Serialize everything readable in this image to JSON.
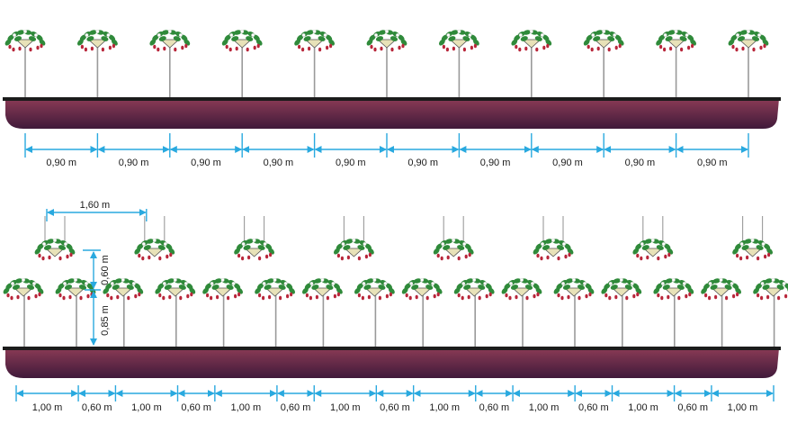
{
  "colors": {
    "dimension": "#29a9df",
    "trough_top": "#1c1c1c",
    "trough_fill_top": "#8a3a55",
    "trough_fill_bottom": "#3f1a3a",
    "post": "#9a9a9a",
    "leaf": "#2f8a3a",
    "berry": "#b8263a",
    "flower": "#ffffff",
    "basket": "#e8e2b8"
  },
  "top_section": {
    "plant_count": 11,
    "spacing_labels": [
      "0,90 m",
      "0,90 m",
      "0,90 m",
      "0,90 m",
      "0,90 m",
      "0,90 m",
      "0,90 m",
      "0,90 m",
      "0,90 m",
      "0,90 m"
    ]
  },
  "bottom_section": {
    "pair_count": 8,
    "hanging_spacing_label": "1,60 m",
    "vertical_upper_label": "0,60 m",
    "vertical_lower_label": "0,85 m",
    "spacing_labels": [
      "1,00 m",
      "0,60 m",
      "1,00 m",
      "0,60 m",
      "1,00 m",
      "0,60 m",
      "1,00 m",
      "0,60 m",
      "1,00 m",
      "0,60 m",
      "1,00 m",
      "0,60 m",
      "1,00 m",
      "0,60 m",
      "1,00 m"
    ]
  }
}
